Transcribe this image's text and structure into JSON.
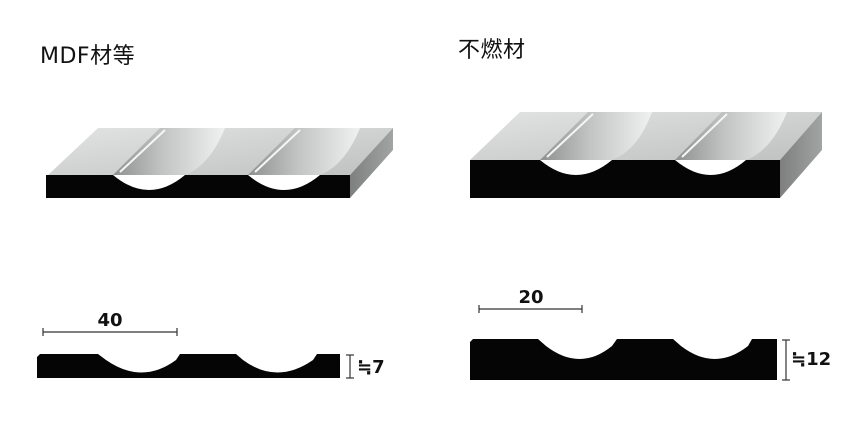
{
  "left": {
    "title": "MDF材等",
    "width_dimension": "40",
    "thickness_dimension": "≒7"
  },
  "right": {
    "title": "不燃材",
    "width_dimension": "20",
    "thickness_dimension": "≒12"
  },
  "colors": {
    "top_face": "#cfd1d1",
    "front_face": "#050505",
    "side_face": "#8a8c8c",
    "dimension_line": "#333333"
  }
}
